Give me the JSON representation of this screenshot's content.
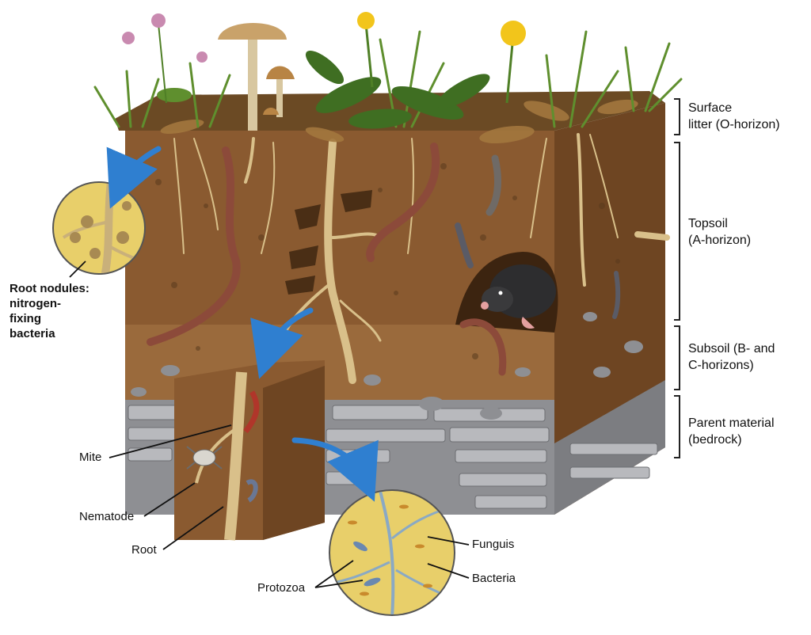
{
  "colors": {
    "soil_dark": "#5a3a1d",
    "soil_mid": "#8a5a30",
    "soil_light": "#a8763f",
    "subsoil": "#9a6a3c",
    "rock": "#8e8f93",
    "rock_light": "#b8b9bd",
    "grass": "#5f8f2e",
    "leaf_dark": "#3f6e22",
    "litter": "#9a6a35",
    "arrow_blue": "#2f7fd0",
    "worm": "#8c4a3a",
    "mole": "#2d2d2f",
    "micro_bg": "#e8cf6a",
    "bracket": "#222222"
  },
  "horizons": [
    {
      "label": "Surface\nlitter (O-horizon)"
    },
    {
      "label": "Topsoil\n(A-horizon)"
    },
    {
      "label": "Subsoil (B- and\nC-horizons)"
    },
    {
      "label": "Parent material\n(bedrock)"
    }
  ],
  "callouts": {
    "root_nodules": "Root nodules:\nnitrogen-\nfixing\nbacteria",
    "mite": "Mite",
    "nematode": "Nematode",
    "root": "Root",
    "protozoa": "Protozoa",
    "fungus": "Funguis",
    "bacteria": "Bacteria"
  },
  "icons": {
    "zoom_arrow": "curved-arrow-icon",
    "mushroom": "mushroom-icon",
    "flower": "flower-icon",
    "earthworm": "earthworm-icon",
    "mole": "mole-icon"
  }
}
